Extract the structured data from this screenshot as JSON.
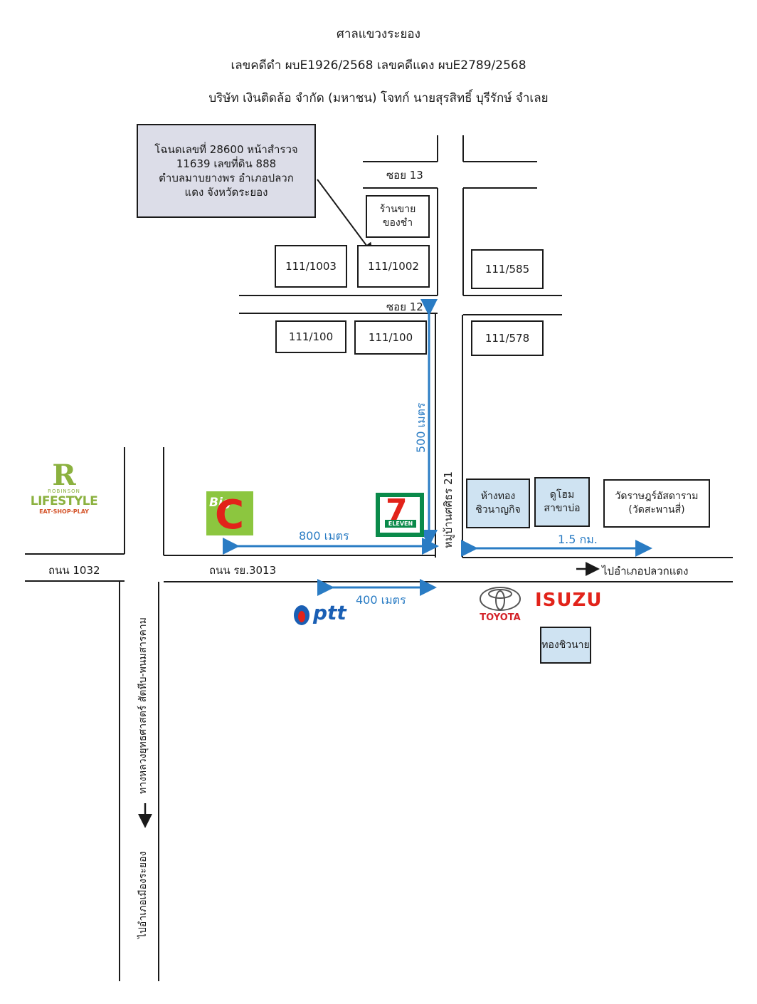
{
  "header": {
    "court": "ศาลแขวงระยอง",
    "case_line": "เลขคดีดำ ผบE1926/2568 เลขคดีแดง ผบE2789/2568",
    "parties": "บริษัท เงินติดล้อ จำกัด (มหาชน) โจทก์ นายสุรสิทธิ์ บุรีรักษ์ จำเลย"
  },
  "callout": {
    "lines": [
      "โฉนดเลขที่ 28600 หน้าสำรวจ",
      "11639 เลขที่ดิน 888",
      "ตำบลมาบยางพร อำเภอปลวก",
      "แดง จังหวัดระยอง"
    ]
  },
  "streets": {
    "soi13": "ซอย 13",
    "soi12": "ซอย 12",
    "road_1032": "ถนน 1032",
    "road_ry3013": "ถนน รย.3013",
    "village": "หมู่บ้านศศิธร 21",
    "highway": "ทางหลวงยุทธศาสตร์ สัตหีบ-พนมสารคาม",
    "to_rayong": "ไปอำเภอเมืองระยอง",
    "to_pluak_daeng": "ไปอำเภอปลวกแดง"
  },
  "plots": {
    "shop": [
      "ร้านขาย",
      "ของชำ"
    ],
    "p1": "111/1003",
    "p2": "111/1002",
    "p3": "111/585",
    "p4": "111/100",
    "p5": "111/100",
    "p6": "111/578"
  },
  "places": {
    "gold_shop": [
      "ห้างทอง",
      "ชิวนาญกิจ"
    ],
    "dohome": [
      "ดูโฮม",
      "สาขาบ่อ"
    ],
    "temple": [
      "วัดราษฎร์อัสดาราม",
      "(วัดสะพานสี่)"
    ],
    "gold2": "ทองชิวนาย"
  },
  "distances": {
    "d500": "500 เมตร",
    "d800": "800 เมตร",
    "d15": "1.5 กม.",
    "d400": "400 เมตร"
  },
  "logos": {
    "robinson_top": "ROBINSON",
    "robinson_main": "LIFESTYLE",
    "robinson_sub": "EAT·SHOP·PLAY",
    "bigc": "Big",
    "bigc_letter": "C",
    "seven": "7",
    "seven_sub": "ELEVEN",
    "ptt": "ptt",
    "toyota": "TOYOTA",
    "isuzu": "ISUZU"
  },
  "colors": {
    "distance_blue": "#2a7cc4",
    "box_blue": "#cfe3f2",
    "callout_gray": "#dcdde8"
  }
}
